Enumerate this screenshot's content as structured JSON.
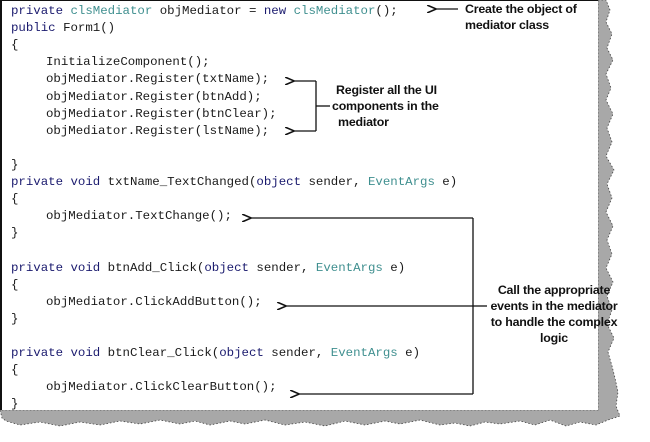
{
  "code": {
    "lines": [
      {
        "indent": 0,
        "parts": [
          {
            "t": "kw",
            "v": "private "
          },
          {
            "t": "ty",
            "v": "clsMediator"
          },
          {
            "t": "tx",
            "v": " objMediator = "
          },
          {
            "t": "kw",
            "v": "new "
          },
          {
            "t": "ty",
            "v": "clsMediator"
          },
          {
            "t": "tx",
            "v": "();"
          }
        ]
      },
      {
        "indent": 0,
        "parts": [
          {
            "t": "kw",
            "v": "public "
          },
          {
            "t": "tx",
            "v": "Form1()"
          }
        ]
      },
      {
        "indent": 0,
        "parts": [
          {
            "t": "tx",
            "v": "{"
          }
        ]
      },
      {
        "indent": 1,
        "parts": [
          {
            "t": "tx",
            "v": "InitializeComponent();"
          }
        ]
      },
      {
        "indent": 1,
        "parts": [
          {
            "t": "tx",
            "v": "objMediator.Register(txtName);"
          }
        ]
      },
      {
        "indent": 1,
        "parts": [
          {
            "t": "tx",
            "v": "objMediator.Register(btnAdd);"
          }
        ]
      },
      {
        "indent": 1,
        "parts": [
          {
            "t": "tx",
            "v": "objMediator.Register(btnClear);"
          }
        ]
      },
      {
        "indent": 1,
        "parts": [
          {
            "t": "tx",
            "v": "objMediator.Register(lstName);"
          }
        ]
      },
      {
        "indent": 0,
        "parts": []
      },
      {
        "indent": 0,
        "parts": [
          {
            "t": "tx",
            "v": "}"
          }
        ]
      },
      {
        "indent": 0,
        "parts": [
          {
            "t": "kw",
            "v": "private void "
          },
          {
            "t": "tx",
            "v": "txtName_TextChanged("
          },
          {
            "t": "kw",
            "v": "object "
          },
          {
            "t": "tx",
            "v": "sender, "
          },
          {
            "t": "ty",
            "v": "EventArgs"
          },
          {
            "t": "tx",
            "v": " e)"
          }
        ]
      },
      {
        "indent": 0,
        "parts": [
          {
            "t": "tx",
            "v": "{"
          }
        ]
      },
      {
        "indent": 1,
        "parts": [
          {
            "t": "tx",
            "v": "objMediator.TextChange();"
          }
        ]
      },
      {
        "indent": 0,
        "parts": [
          {
            "t": "tx",
            "v": "}"
          }
        ]
      },
      {
        "indent": 0,
        "parts": []
      },
      {
        "indent": 0,
        "parts": [
          {
            "t": "kw",
            "v": "private void "
          },
          {
            "t": "tx",
            "v": "btnAdd_Click("
          },
          {
            "t": "kw",
            "v": "object "
          },
          {
            "t": "tx",
            "v": "sender, "
          },
          {
            "t": "ty",
            "v": "EventArgs"
          },
          {
            "t": "tx",
            "v": " e)"
          }
        ]
      },
      {
        "indent": 0,
        "parts": [
          {
            "t": "tx",
            "v": "{"
          }
        ]
      },
      {
        "indent": 1,
        "parts": [
          {
            "t": "tx",
            "v": "objMediator.ClickAddButton();"
          }
        ]
      },
      {
        "indent": 0,
        "parts": [
          {
            "t": "tx",
            "v": "}"
          }
        ]
      },
      {
        "indent": 0,
        "parts": []
      },
      {
        "indent": 0,
        "parts": [
          {
            "t": "kw",
            "v": "private void "
          },
          {
            "t": "tx",
            "v": "btnClear_Click("
          },
          {
            "t": "kw",
            "v": "object "
          },
          {
            "t": "tx",
            "v": "sender, "
          },
          {
            "t": "ty",
            "v": "EventArgs"
          },
          {
            "t": "tx",
            "v": " e)"
          }
        ]
      },
      {
        "indent": 0,
        "parts": [
          {
            "t": "tx",
            "v": "{"
          }
        ]
      },
      {
        "indent": 1,
        "parts": [
          {
            "t": "tx",
            "v": "objMediator.ClickClearButton();"
          }
        ]
      },
      {
        "indent": 0,
        "parts": [
          {
            "t": "tx",
            "v": "}"
          }
        ]
      }
    ]
  },
  "annotations": {
    "create_object": [
      "Create the object of",
      "mediator class"
    ],
    "register": [
      "Register all the UI",
      "components in the",
      "mediator"
    ],
    "call_events": [
      "Call the appropriate",
      "events in the mediator",
      "to handle the complex",
      "logic"
    ]
  },
  "colors": {
    "keyword": "#1a1a6e",
    "type": "#3f8f8f",
    "text": "#1a1a1a",
    "shadow": "#a8a8a8"
  }
}
